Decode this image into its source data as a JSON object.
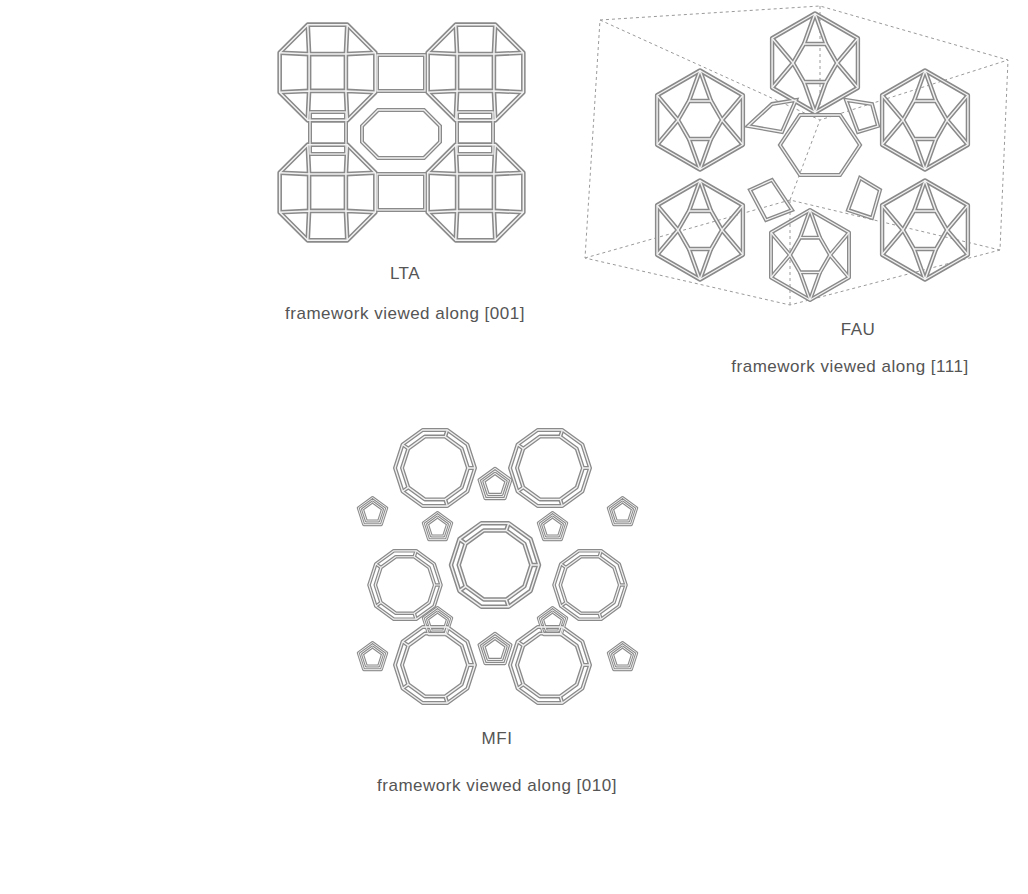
{
  "diagram": {
    "labels": [
      "LTA",
      "framework viewed along [001]",
      "FAU",
      "framework viewed along [111]",
      "MFI",
      "framework viewed along [010]"
    ]
  }
}
